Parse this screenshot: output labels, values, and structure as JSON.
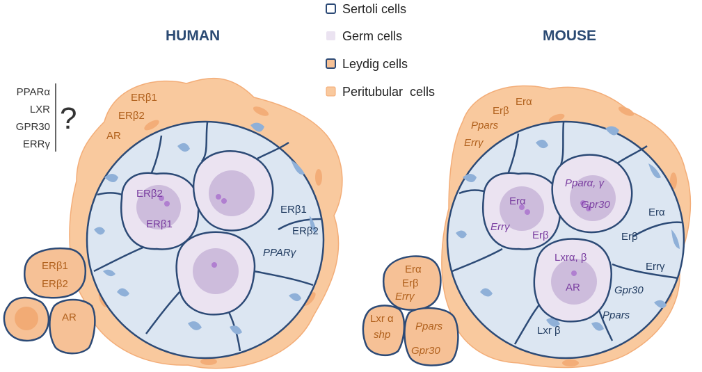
{
  "legend": [
    {
      "label": "Sertoli cells",
      "swatch": "sertoli"
    },
    {
      "label": "Germ cells",
      "swatch": "germ"
    },
    {
      "label": "Leydig cells",
      "swatch": "leydig"
    },
    {
      "label": "Peritubular  cells",
      "swatch": "peritubular"
    }
  ],
  "colors": {
    "sertoli_fill": "#dce6f2",
    "sertoli_stroke": "#2c4a76",
    "germ_fill": "#ebe3f1",
    "nucleus_fill": "#cdbcdc",
    "nucleolus": "#b07fd0",
    "peritubular_fill": "#f9c99e",
    "leydig_fill": "#f6c196",
    "leydig_nucleus": "#f2ab75",
    "sertoli_nucleus": "#8fb0d8",
    "title": "#2b4a73",
    "peri_text": "#b0601c",
    "germ_text": "#7a3ea0"
  },
  "human": {
    "title": "HUMAN",
    "unknown": {
      "items": [
        "PPARα",
        "LXR",
        "GPR30",
        "ERRγ"
      ],
      "mark": "?"
    },
    "peritubular": [
      "ERβ1",
      "ERβ2",
      "AR"
    ],
    "germ": [
      "ERβ2",
      "ERβ1"
    ],
    "sertoli": [
      "ERβ1",
      "ERβ2",
      "PPARγ"
    ],
    "leydig": [
      [
        "ERβ1",
        "ERβ2"
      ],
      [
        "AR"
      ]
    ]
  },
  "mouse": {
    "title": "MOUSE",
    "peritubular": [
      "Erβ",
      "Erα",
      "Ppars",
      "Errγ"
    ],
    "germ1": [
      "Erα",
      "Errγ",
      "Erβ"
    ],
    "germ2": [
      "Pparα, γ",
      "Gpr30"
    ],
    "germ3": [
      "Lxrα, β",
      "AR"
    ],
    "sertoli": [
      "Erα",
      "Erβ",
      "Errγ",
      "Gpr30",
      "Ppars",
      "Lxr β"
    ],
    "leydig": [
      [
        "Erα",
        "Erβ",
        "Errγ"
      ],
      [
        "Lxr α",
        "shp"
      ],
      [
        "Ppars",
        "Gpr30"
      ]
    ]
  }
}
